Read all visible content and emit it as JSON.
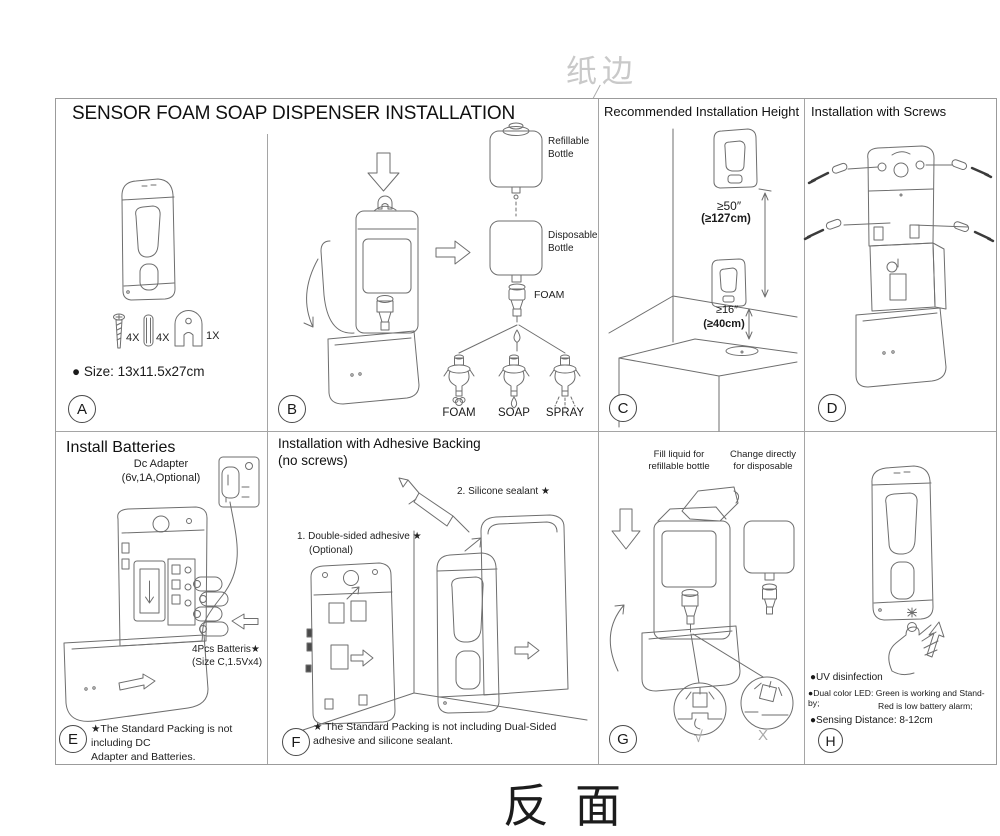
{
  "page": {
    "fold_label": "纸边",
    "back_label": "反面"
  },
  "title": "SENSOR FOAM SOAP DISPENSER INSTALLATION",
  "panel_a": {
    "letter": "A",
    "screw_qty": "4X",
    "anchor_qty": "4X",
    "bracket_qty": "1X",
    "size_note": "● Size: 13x11.5x27cm"
  },
  "panel_b": {
    "letter": "B",
    "refillable": "Refillable\nBottle",
    "disposable": "Disposable\nBottle",
    "pump_label": "FOAM",
    "nozzle_foam": "FOAM",
    "nozzle_soap": "SOAP",
    "nozzle_spray": "SPRAY"
  },
  "panel_c": {
    "letter": "C",
    "title": "Recommended Installation Height",
    "height_floor": "≥50″",
    "height_floor_cm": "(≥127cm)",
    "height_counter": "≥16″",
    "height_counter_cm": "(≥40cm)"
  },
  "panel_d": {
    "letter": "D",
    "title": "Installation with Screws"
  },
  "panel_e": {
    "letter": "E",
    "title": "Install Batteries",
    "adapter_label": "Dc Adapter\n(6v,1A,Optional)",
    "battery_label": "4Pcs Batteris★\n(Size C,1.5Vx4)",
    "note": "★The Standard Packing is not including DC\nAdapter and Batteries."
  },
  "panel_f": {
    "letter": "F",
    "title": "Installation with Adhesive Backing\n(no screws)",
    "step1": "1. Double-sided adhesive ★",
    "step1_sub": "(Optional)",
    "step2": "2. Silicone sealant ★",
    "note": "★ The Standard Packing is not including Dual-Sided\nadhesive and silicone sealant."
  },
  "panel_g": {
    "letter": "G",
    "fill_label": "Fill liquid for\nrefillable bottle",
    "change_label": "Change directly\nfor disposable",
    "correct_mark": "√",
    "wrong_mark": "X"
  },
  "panel_h": {
    "letter": "H",
    "uv_note": "●UV disinfection",
    "led_note": "●Dual color LED: Green is working and Stand-by;",
    "led_note2": "Red is low battery alarm;",
    "sensing_note": "●Sensing Distance: 8-12cm"
  }
}
